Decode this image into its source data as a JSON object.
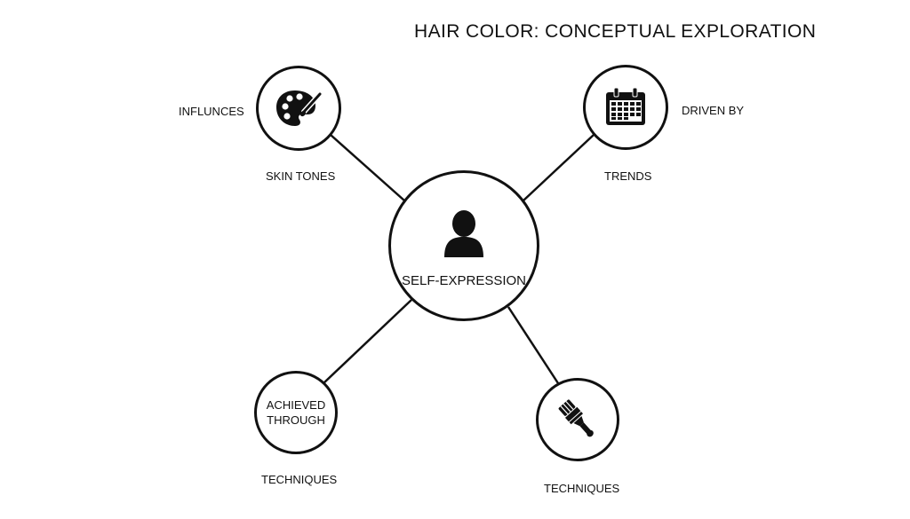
{
  "title": "HAIR COLOR: CONCEPTUAL EXPLORATION",
  "center": {
    "label": "SELF-EXPRESSION",
    "icon": "person-icon"
  },
  "nodes": {
    "top_left": {
      "icon": "palette-icon",
      "side_label": "INFLUNCES",
      "bottom_label": "SKIN TONES"
    },
    "top_right": {
      "icon": "calendar-icon",
      "side_label": "DRIVEN BY",
      "bottom_label": "TRENDS"
    },
    "bottom_left": {
      "text": "ACHIEVED THROUGH",
      "bottom_label": "TECHNIQUES"
    },
    "bottom_right": {
      "icon": "paintbrush-icon",
      "bottom_label": "TECHNIQUES"
    }
  },
  "colors": {
    "ink": "#111111",
    "background": "#ffffff"
  }
}
